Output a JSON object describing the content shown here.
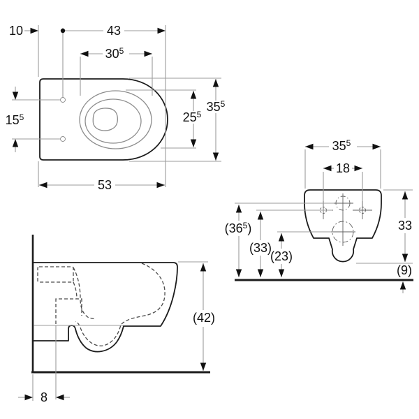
{
  "colors": {
    "outline": "#1c1c1c",
    "dimension_line": "#9b9b9b",
    "hidden_line": "#4a4a4a",
    "soft_line": "#8c8c8c",
    "centerline": "#5f5f5f",
    "label": "#111111",
    "background": "#ffffff"
  },
  "labels": {
    "top_back_offset": {
      "t": "10"
    },
    "top_holes_to_front": {
      "t": "43"
    },
    "top_seat_width": {
      "t": "30",
      "s": "5"
    },
    "top_seat_hole_spacing": {
      "t": "15",
      "s": "5"
    },
    "top_bowl_depth": {
      "t": "25",
      "s": "5"
    },
    "top_overall_width": {
      "t": "35",
      "s": "5"
    },
    "top_overall_depth": {
      "t": "53"
    },
    "side_overall_height": {
      "t": "(42",
      "c": ")"
    },
    "side_outlet_offset": {
      "t": "8"
    },
    "rear_overall_width": {
      "t": "35",
      "s": "5"
    },
    "rear_fixing_hole_spacing": {
      "t": "18"
    },
    "rear_inlet_height": {
      "t": "(36",
      "s": "5",
      "c": ")"
    },
    "rear_fixing_height": {
      "t": "(33",
      "c": ")"
    },
    "rear_outlet_height": {
      "t": "(23",
      "c": ")"
    },
    "rear_body_height": {
      "t": "33"
    },
    "rear_floor_clearance": {
      "t": "(9",
      "c": ")"
    }
  }
}
